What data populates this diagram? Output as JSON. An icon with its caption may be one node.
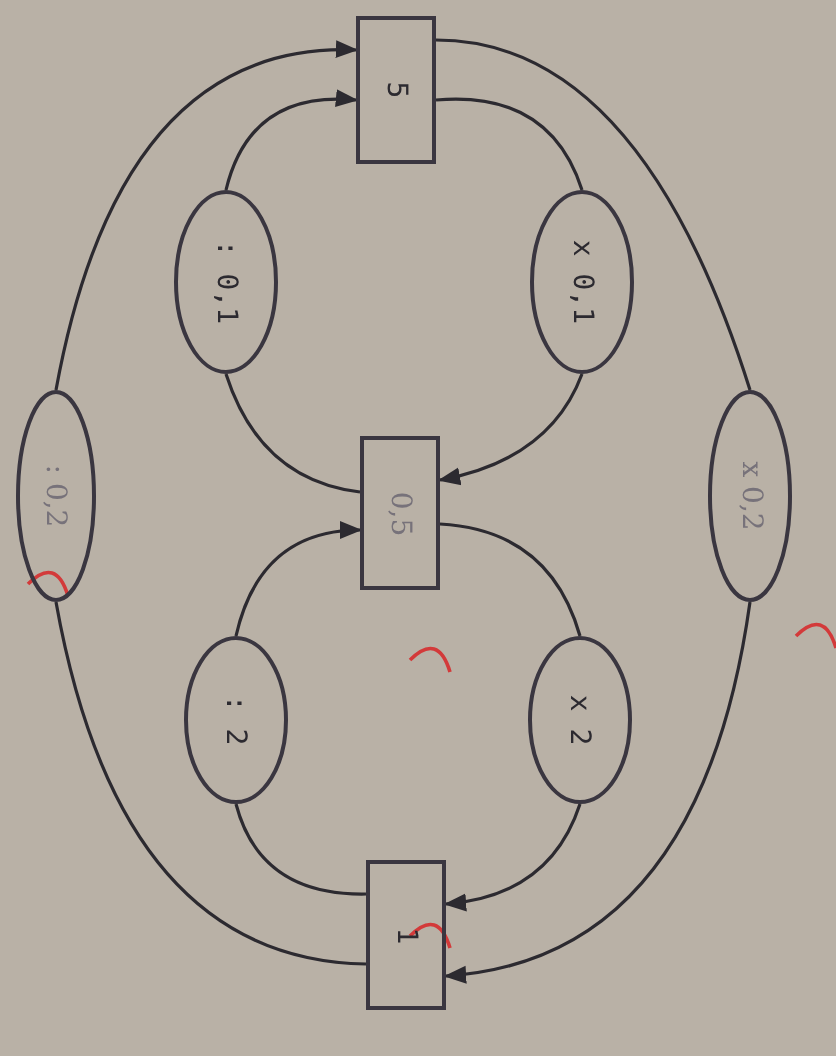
{
  "diagram": {
    "nodes": [
      {
        "text": [
          "5"
        ]
      },
      {
        "text": [
          ": 0,1"
        ]
      },
      {
        "text": [
          "x 0,1"
        ]
      },
      {
        "text": [
          ": 0,2"
        ]
      },
      {
        "text": [
          "0,5"
        ]
      },
      {
        "text": [
          "x 0,2"
        ]
      },
      {
        "text": [
          ": 2"
        ]
      },
      {
        "text": [
          "x 2"
        ]
      },
      {
        "text": [
          "1"
        ]
      }
    ],
    "edges": [
      {
        "from": 0,
        "to": 5,
        "arrow": "none"
      },
      {
        "from": 5,
        "to": 8,
        "arrow": "to"
      },
      {
        "from": 0,
        "to": 2,
        "arrow": "none"
      },
      {
        "from": 2,
        "to": 4,
        "arrow": "to"
      },
      {
        "from": 4,
        "to": 7,
        "arrow": "none"
      },
      {
        "from": 7,
        "to": 8,
        "arrow": "to"
      },
      {
        "from": 8,
        "to": 6,
        "arrow": "none"
      },
      {
        "from": 6,
        "to": 4,
        "arrow": "to"
      },
      {
        "from": 4,
        "to": 1,
        "arrow": "none"
      },
      {
        "from": 1,
        "to": 0,
        "arrow": "to"
      },
      {
        "from": 8,
        "to": 3,
        "arrow": "none"
      },
      {
        "from": 3,
        "to": 0,
        "arrow": "to"
      }
    ]
  }
}
